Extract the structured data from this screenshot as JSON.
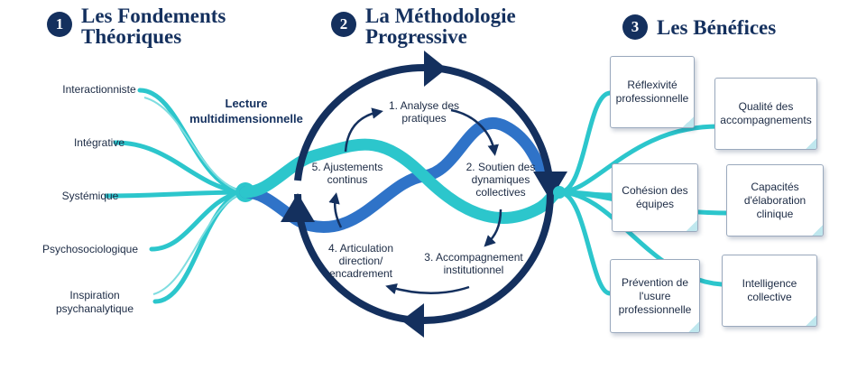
{
  "sections": [
    {
      "number": "1",
      "title": "Les Fondements Théoriques"
    },
    {
      "number": "2",
      "title": "La Méthodologie Progressive"
    },
    {
      "number": "3",
      "title": "Les Bénéfices"
    }
  ],
  "foundations": {
    "items": [
      "Interactionniste",
      "Intégrative",
      "Systémique",
      "Psychosociologique",
      "Inspiration psychanalytique"
    ],
    "hub_label": "Lecture multidimensionnelle"
  },
  "methodology": {
    "steps": [
      "1. Analyse des pratiques",
      "2. Soutien des dynamiques collectives",
      "3. Accompagnement institutionnel",
      "4. Articulation direction/ encadrement",
      "5. Ajustements continus"
    ]
  },
  "benefits": [
    "Réflexivité professionnelle",
    "Qualité des accompagnements",
    "Cohésion des équipes",
    "Capacités d'élaboration clinique",
    "Prévention de l'usure professionnelle",
    "Intelligence collective"
  ],
  "colors": {
    "navy": "#14305e",
    "teal": "#2cc6cc",
    "blue": "#2f73c8"
  }
}
